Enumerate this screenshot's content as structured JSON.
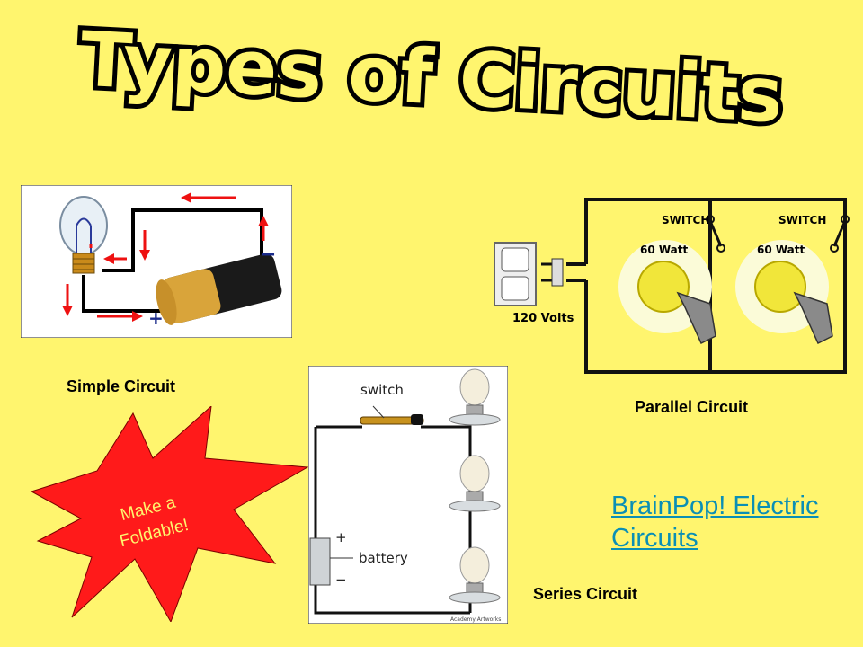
{
  "title": "Types of Circuits",
  "captions": {
    "simple": "Simple Circuit",
    "parallel": "Parallel Circuit",
    "series": "Series Circuit"
  },
  "starburst_text": [
    "Make a",
    "Foldable!"
  ],
  "link": {
    "line1": "BrainPop! Electric",
    "line2": "Circuits"
  },
  "parallel_diagram": {
    "switch1": "SWITCH",
    "switch2": "SWITCH",
    "watt1": "60 Watt",
    "watt2": "60 Watt",
    "volts": "120 Volts"
  },
  "series_diagram": {
    "switch": "switch",
    "battery": "battery",
    "plus": "+",
    "minus": "−",
    "credit": "Academy Artworks"
  },
  "simple_diagram": {
    "minus": "−",
    "plus": "+"
  },
  "colors": {
    "background": "#FFF56E",
    "title_fill": "#FFF56E",
    "title_outline": "#000000",
    "starburst": "#FF1A1A",
    "link": "#0B8FB5"
  }
}
